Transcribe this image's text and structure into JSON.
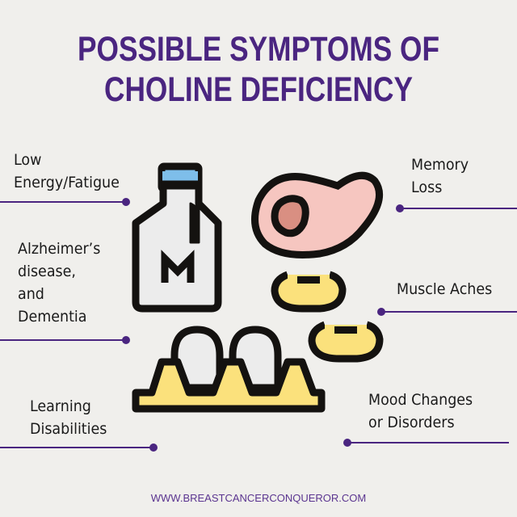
{
  "title": {
    "line1": "POSSIBLE SYMPTOMS OF",
    "line2": "CHOLINE DEFICIENCY"
  },
  "symptoms": {
    "low_energy": {
      "line1": "Low",
      "line2": "Energy/Fatigue"
    },
    "alzheimers": {
      "line1": "Alzheimer’s",
      "line2": "disease,",
      "line3": "and",
      "line4": "Dementia"
    },
    "learning": {
      "line1": "Learning",
      "line2": "Disabilities"
    },
    "memory": {
      "line1": "Memory",
      "line2": "Loss"
    },
    "muscle": {
      "line1": "Muscle Aches"
    },
    "mood": {
      "line1": "Mood Changes",
      "line2": "or Disorders"
    }
  },
  "illustration": {
    "icons": [
      "milk-bottle-icon",
      "meat-steak-icon",
      "bean-icon",
      "bean-icon",
      "egg-carton-icon"
    ],
    "milk_label": "M"
  },
  "footer": {
    "url": "WWW.BREASTCANCERCONQUEROR.COM"
  },
  "colors": {
    "accent": "#4a2580",
    "background": "#f0efec",
    "outline": "#141210",
    "yellow": "#fbe17c",
    "pink": "#f6c6c0",
    "meat_center": "#d98f82",
    "bottle": "#ececec",
    "cap": "#7ebeea"
  }
}
